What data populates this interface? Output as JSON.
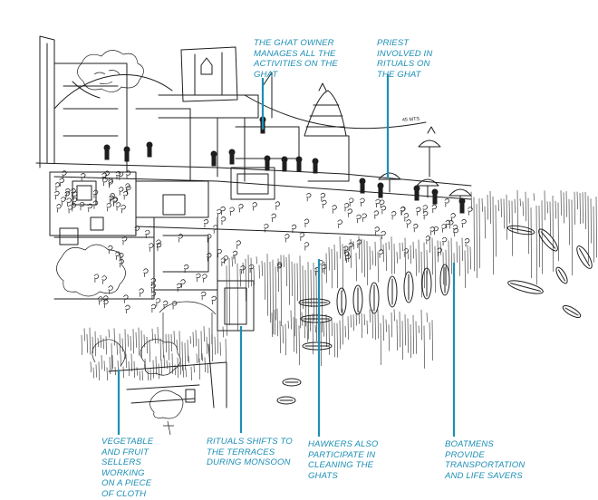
{
  "annotations": {
    "ghat_owner": [
      "THE GHAT OWNER",
      "MANAGES ALL THE",
      "ACTIVITIES ON THE",
      "GHAT"
    ],
    "priest": [
      "PRIEST",
      "INVOLVED IN",
      "RITUALS ON",
      "THE GHAT"
    ],
    "vegetable_sellers": [
      "VEGETABLE",
      "AND FRUIT",
      "SELLERS",
      "WORKING",
      "ON A PIECE",
      "OF CLOTH"
    ],
    "rituals": [
      "RITUALS SHIFTS TO",
      "THE TERRACES",
      "DURING MONSOON"
    ],
    "hawkers": [
      "HAWKERS ALSO",
      "PARTICIPATE IN",
      "CLEANING THE",
      "GHATS"
    ],
    "boatmens": [
      "BOATMENS",
      "PROVIDE",
      "TRANSPORTATION",
      "AND LIFE SAVERS"
    ]
  },
  "sketch_note": "45 MTS",
  "colors": {
    "annotation": "#1d8fb5",
    "ink": "#1e1e1e",
    "background": "#ffffff"
  }
}
